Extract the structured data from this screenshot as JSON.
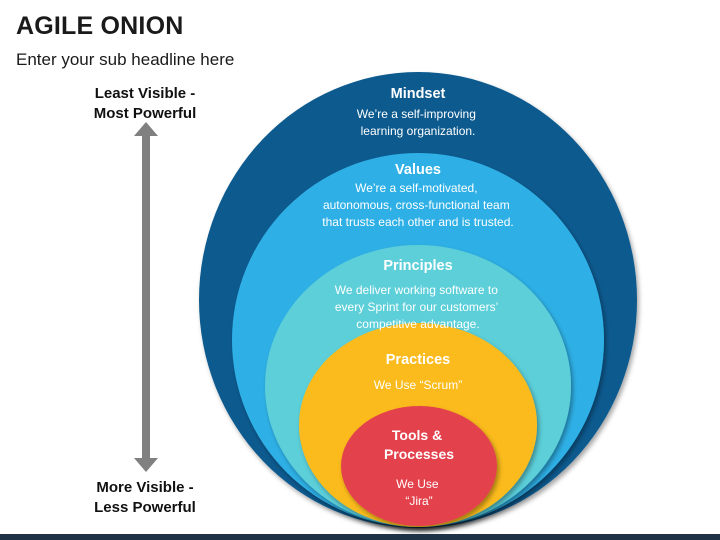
{
  "header": {
    "title": "AGILE ONION",
    "subtitle": "Enter your sub headline here"
  },
  "axis": {
    "top": [
      "Least Visible -",
      "Most Powerful"
    ],
    "bottom": [
      "More Visible -",
      "Less Powerful"
    ]
  },
  "layers": [
    {
      "heading": [
        "Mindset"
      ],
      "lines": [
        "We’re a self-improving",
        "learning organization."
      ],
      "color": "#0b5a8f"
    },
    {
      "heading": [
        "Values"
      ],
      "lines": [
        "We’re a self-motivated,",
        "autonomous, cross-functional team",
        "that trusts each other and is trusted."
      ],
      "color": "#2fb0e6"
    },
    {
      "heading": [
        "Principles"
      ],
      "lines": [
        "We deliver working software to",
        "every Sprint for our customers’",
        "competitive advantage."
      ],
      "color": "#5ccfd9"
    },
    {
      "heading": [
        "Practices"
      ],
      "lines": [
        "We Use “Scrum”"
      ],
      "color": "#fbbb1e"
    },
    {
      "heading": [
        "Tools &",
        "Processes"
      ],
      "lines": [
        "We Use",
        "“Jira”"
      ],
      "color": "#e3424e"
    }
  ]
}
